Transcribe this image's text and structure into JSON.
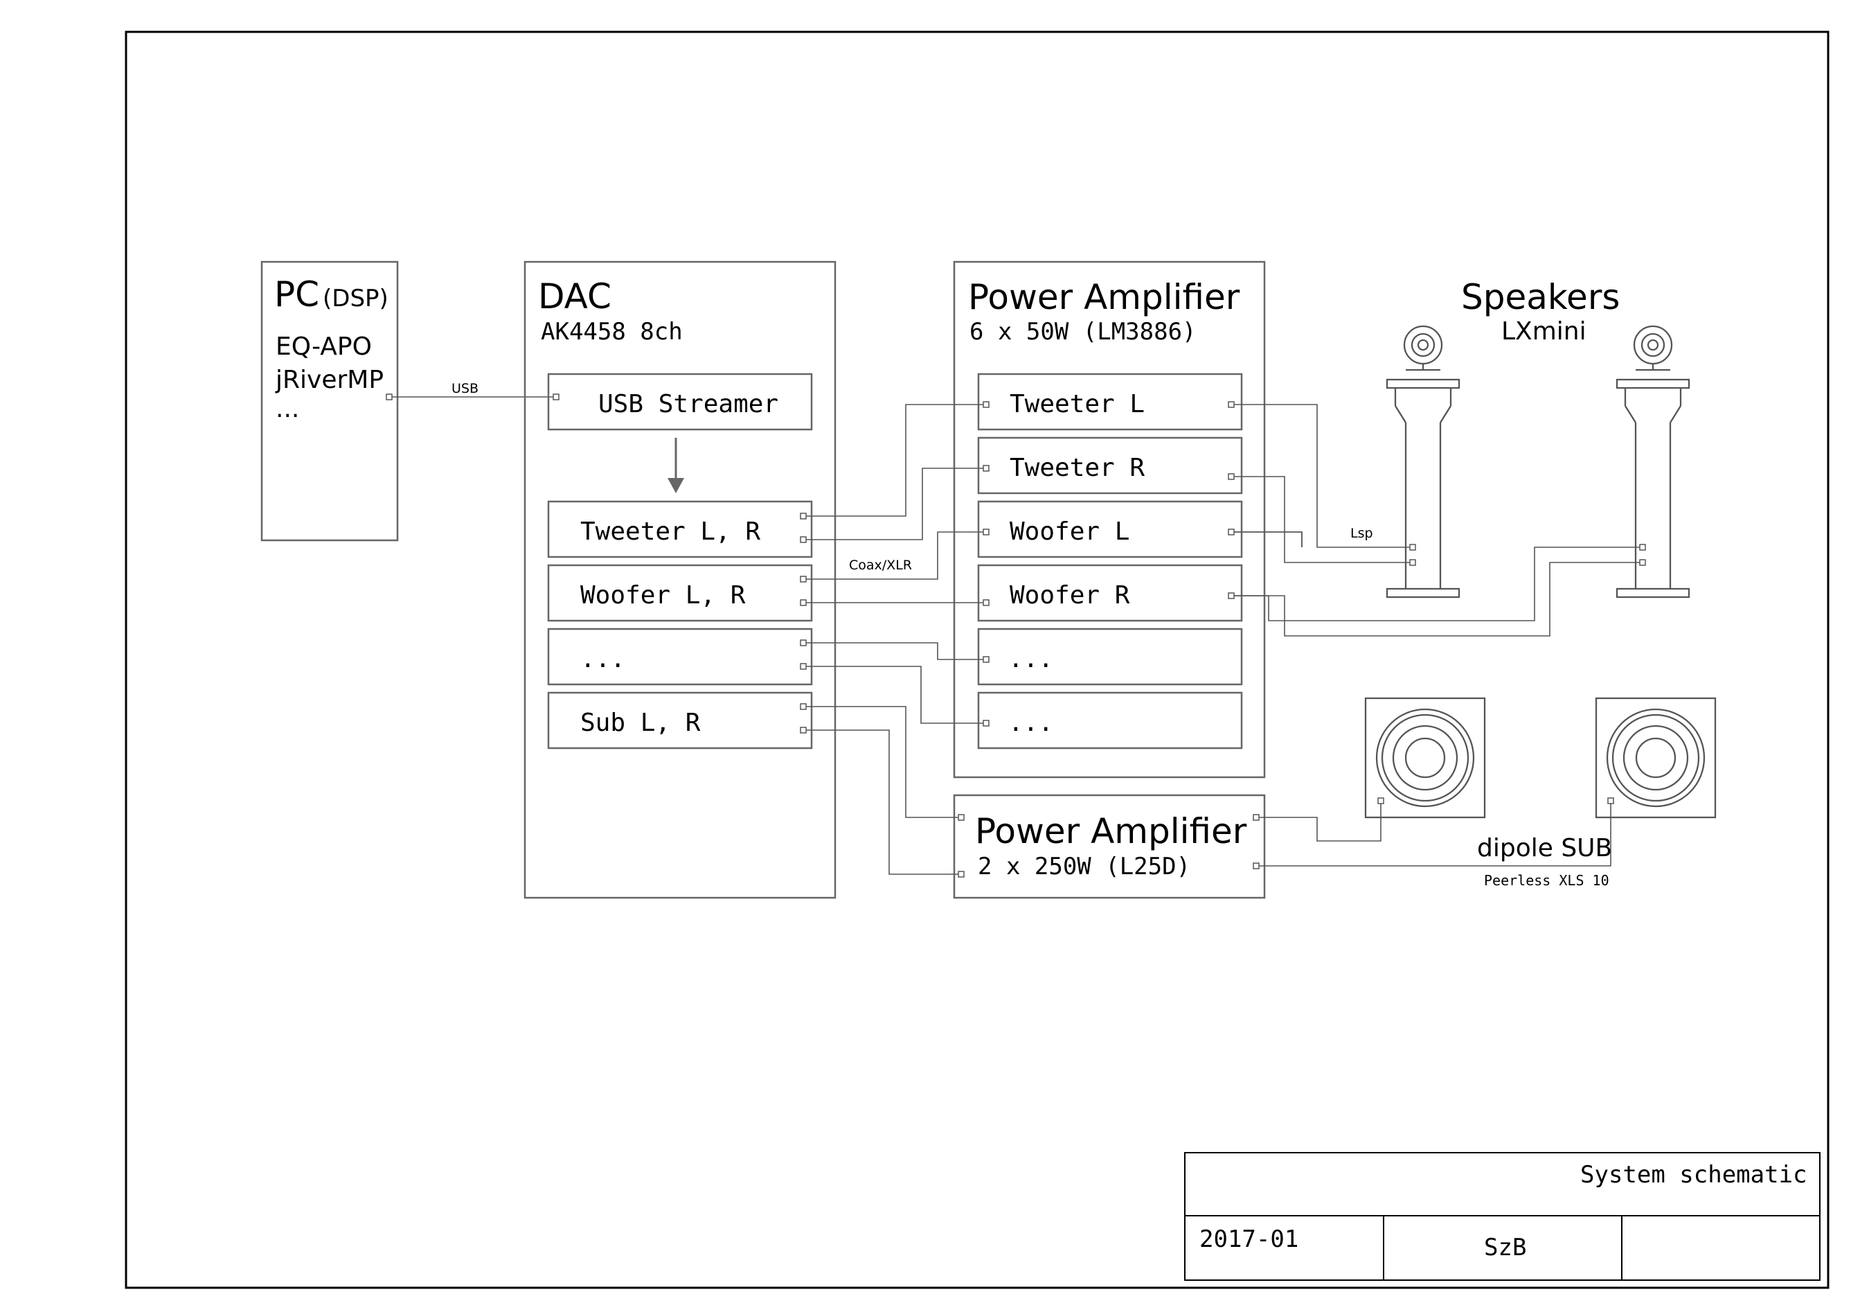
{
  "pc": {
    "title": "PC",
    "title_suffix": "(DSP)",
    "items": [
      "EQ-APO",
      "jRiverMP",
      "..."
    ]
  },
  "dac": {
    "title": "DAC",
    "subtitle": "AK4458 8ch",
    "usb_streamer": "USB Streamer",
    "channels": [
      "Tweeter L, R",
      "Woofer L, R",
      "...",
      "Sub L, R"
    ]
  },
  "amp1": {
    "title": "Power Amplifier",
    "subtitle": "6 x 50W (LM3886)",
    "channels": [
      "Tweeter L",
      "Tweeter R",
      "Woofer L",
      "Woofer R",
      "...",
      "..."
    ]
  },
  "amp2": {
    "title": "Power Amplifier",
    "subtitle": "2 x 250W (L25D)"
  },
  "speakers": {
    "title": "Speakers",
    "subtitle": "LXmini"
  },
  "sub": {
    "label": "dipole SUB",
    "model": "Peerless XLS 10"
  },
  "wire_labels": {
    "usb": "USB",
    "coax": "Coax/XLR",
    "lsp": "Lsp"
  },
  "title_block": {
    "title": "System schematic",
    "date": "2017-01",
    "author": "SzB"
  }
}
